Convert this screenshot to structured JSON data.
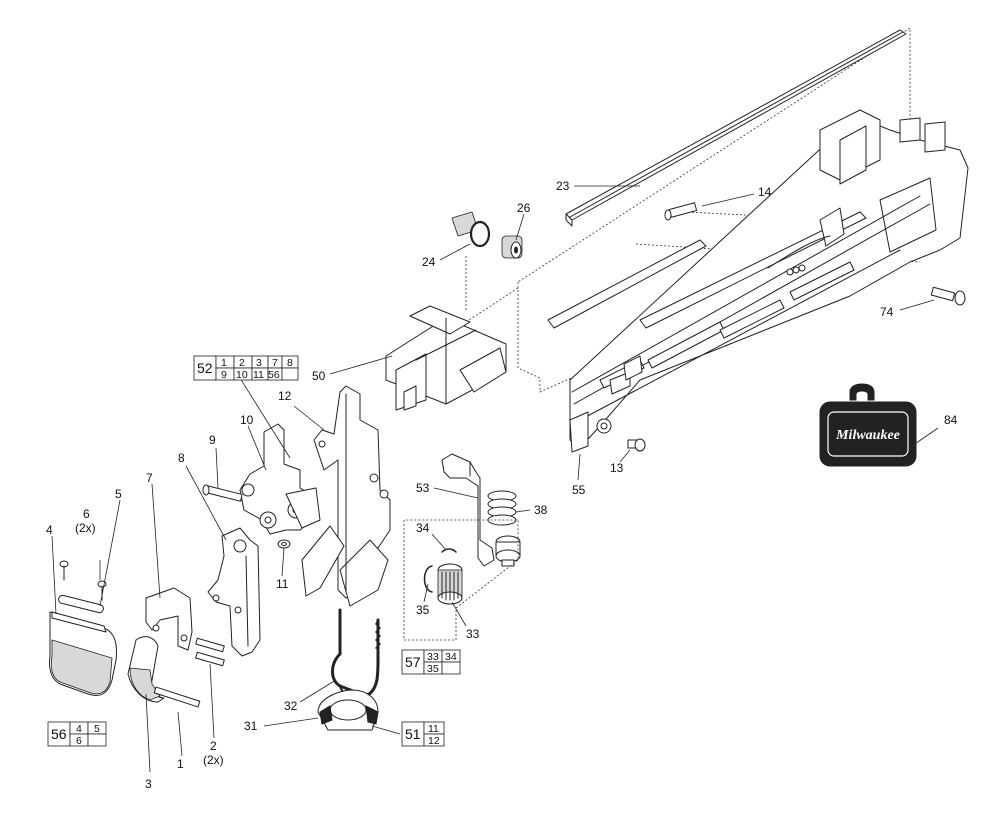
{
  "callouts": [
    "23",
    "14",
    "26",
    "24",
    "74",
    "50",
    "52",
    "12",
    "10",
    "9",
    "8",
    "7",
    "6",
    "(2x)",
    "5",
    "4",
    "11",
    "53",
    "38",
    "34",
    "35",
    "33",
    "57",
    "13",
    "55",
    "84",
    "32",
    "31",
    "51",
    "56",
    "3",
    "1",
    "2",
    "(2x)"
  ],
  "kits": {
    "k52": {
      "id": "52",
      "row1": [
        "1",
        "2",
        "3",
        "7",
        "8"
      ],
      "row2": [
        "9",
        "10",
        "11",
        "56",
        ""
      ]
    },
    "k57": {
      "id": "57",
      "row1": [
        "33",
        "34"
      ],
      "row2": [
        "35",
        ""
      ]
    },
    "k51": {
      "id": "51",
      "row1": [
        "11"
      ],
      "row2": [
        "12"
      ]
    },
    "k56": {
      "id": "56",
      "row1": [
        "4",
        "5"
      ],
      "row2": [
        "6",
        ""
      ]
    }
  },
  "case_logo": "Milwaukee"
}
